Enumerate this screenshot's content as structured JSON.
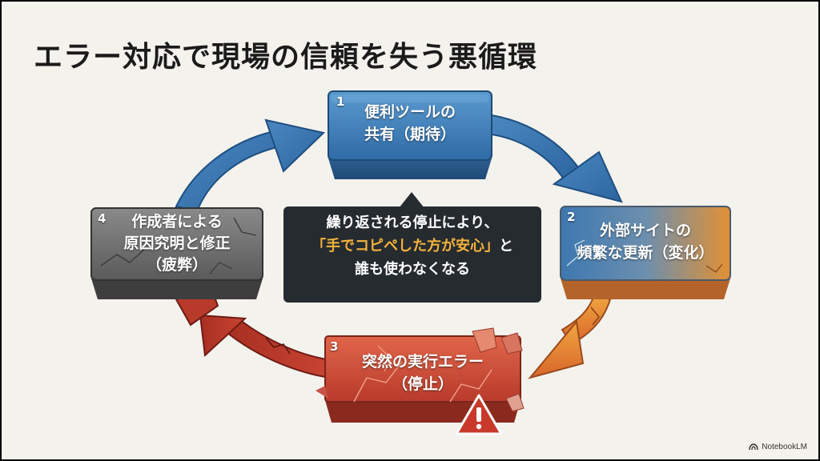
{
  "title": "エラー対応で現場の信頼を失う悪循環",
  "nodes": [
    {
      "number": "1",
      "line1": "便利ツールの",
      "line2": "共有（期待）"
    },
    {
      "number": "2",
      "line1": "外部サイトの",
      "line2": "頻繁な更新（変化）"
    },
    {
      "number": "3",
      "line1": "突然の実行エラー",
      "line2": "（停止）"
    },
    {
      "number": "4",
      "line1": "作成者による",
      "line2": "原因究明と修正",
      "line3": "（疲弊）"
    }
  ],
  "center": {
    "line1": "繰り返される停止により、",
    "line2_highlight": "「手でコピペした方が安心」",
    "line2_suffix": "と",
    "line3": "誰も使わなくなる"
  },
  "watermark": "NotebookLM",
  "colors": {
    "blue": "#3f7fb8",
    "orange": "#e58a2e",
    "red": "#c9402f",
    "gray": "#6e6e6e",
    "highlight": "#f5b33a",
    "dark": "#262b30"
  }
}
